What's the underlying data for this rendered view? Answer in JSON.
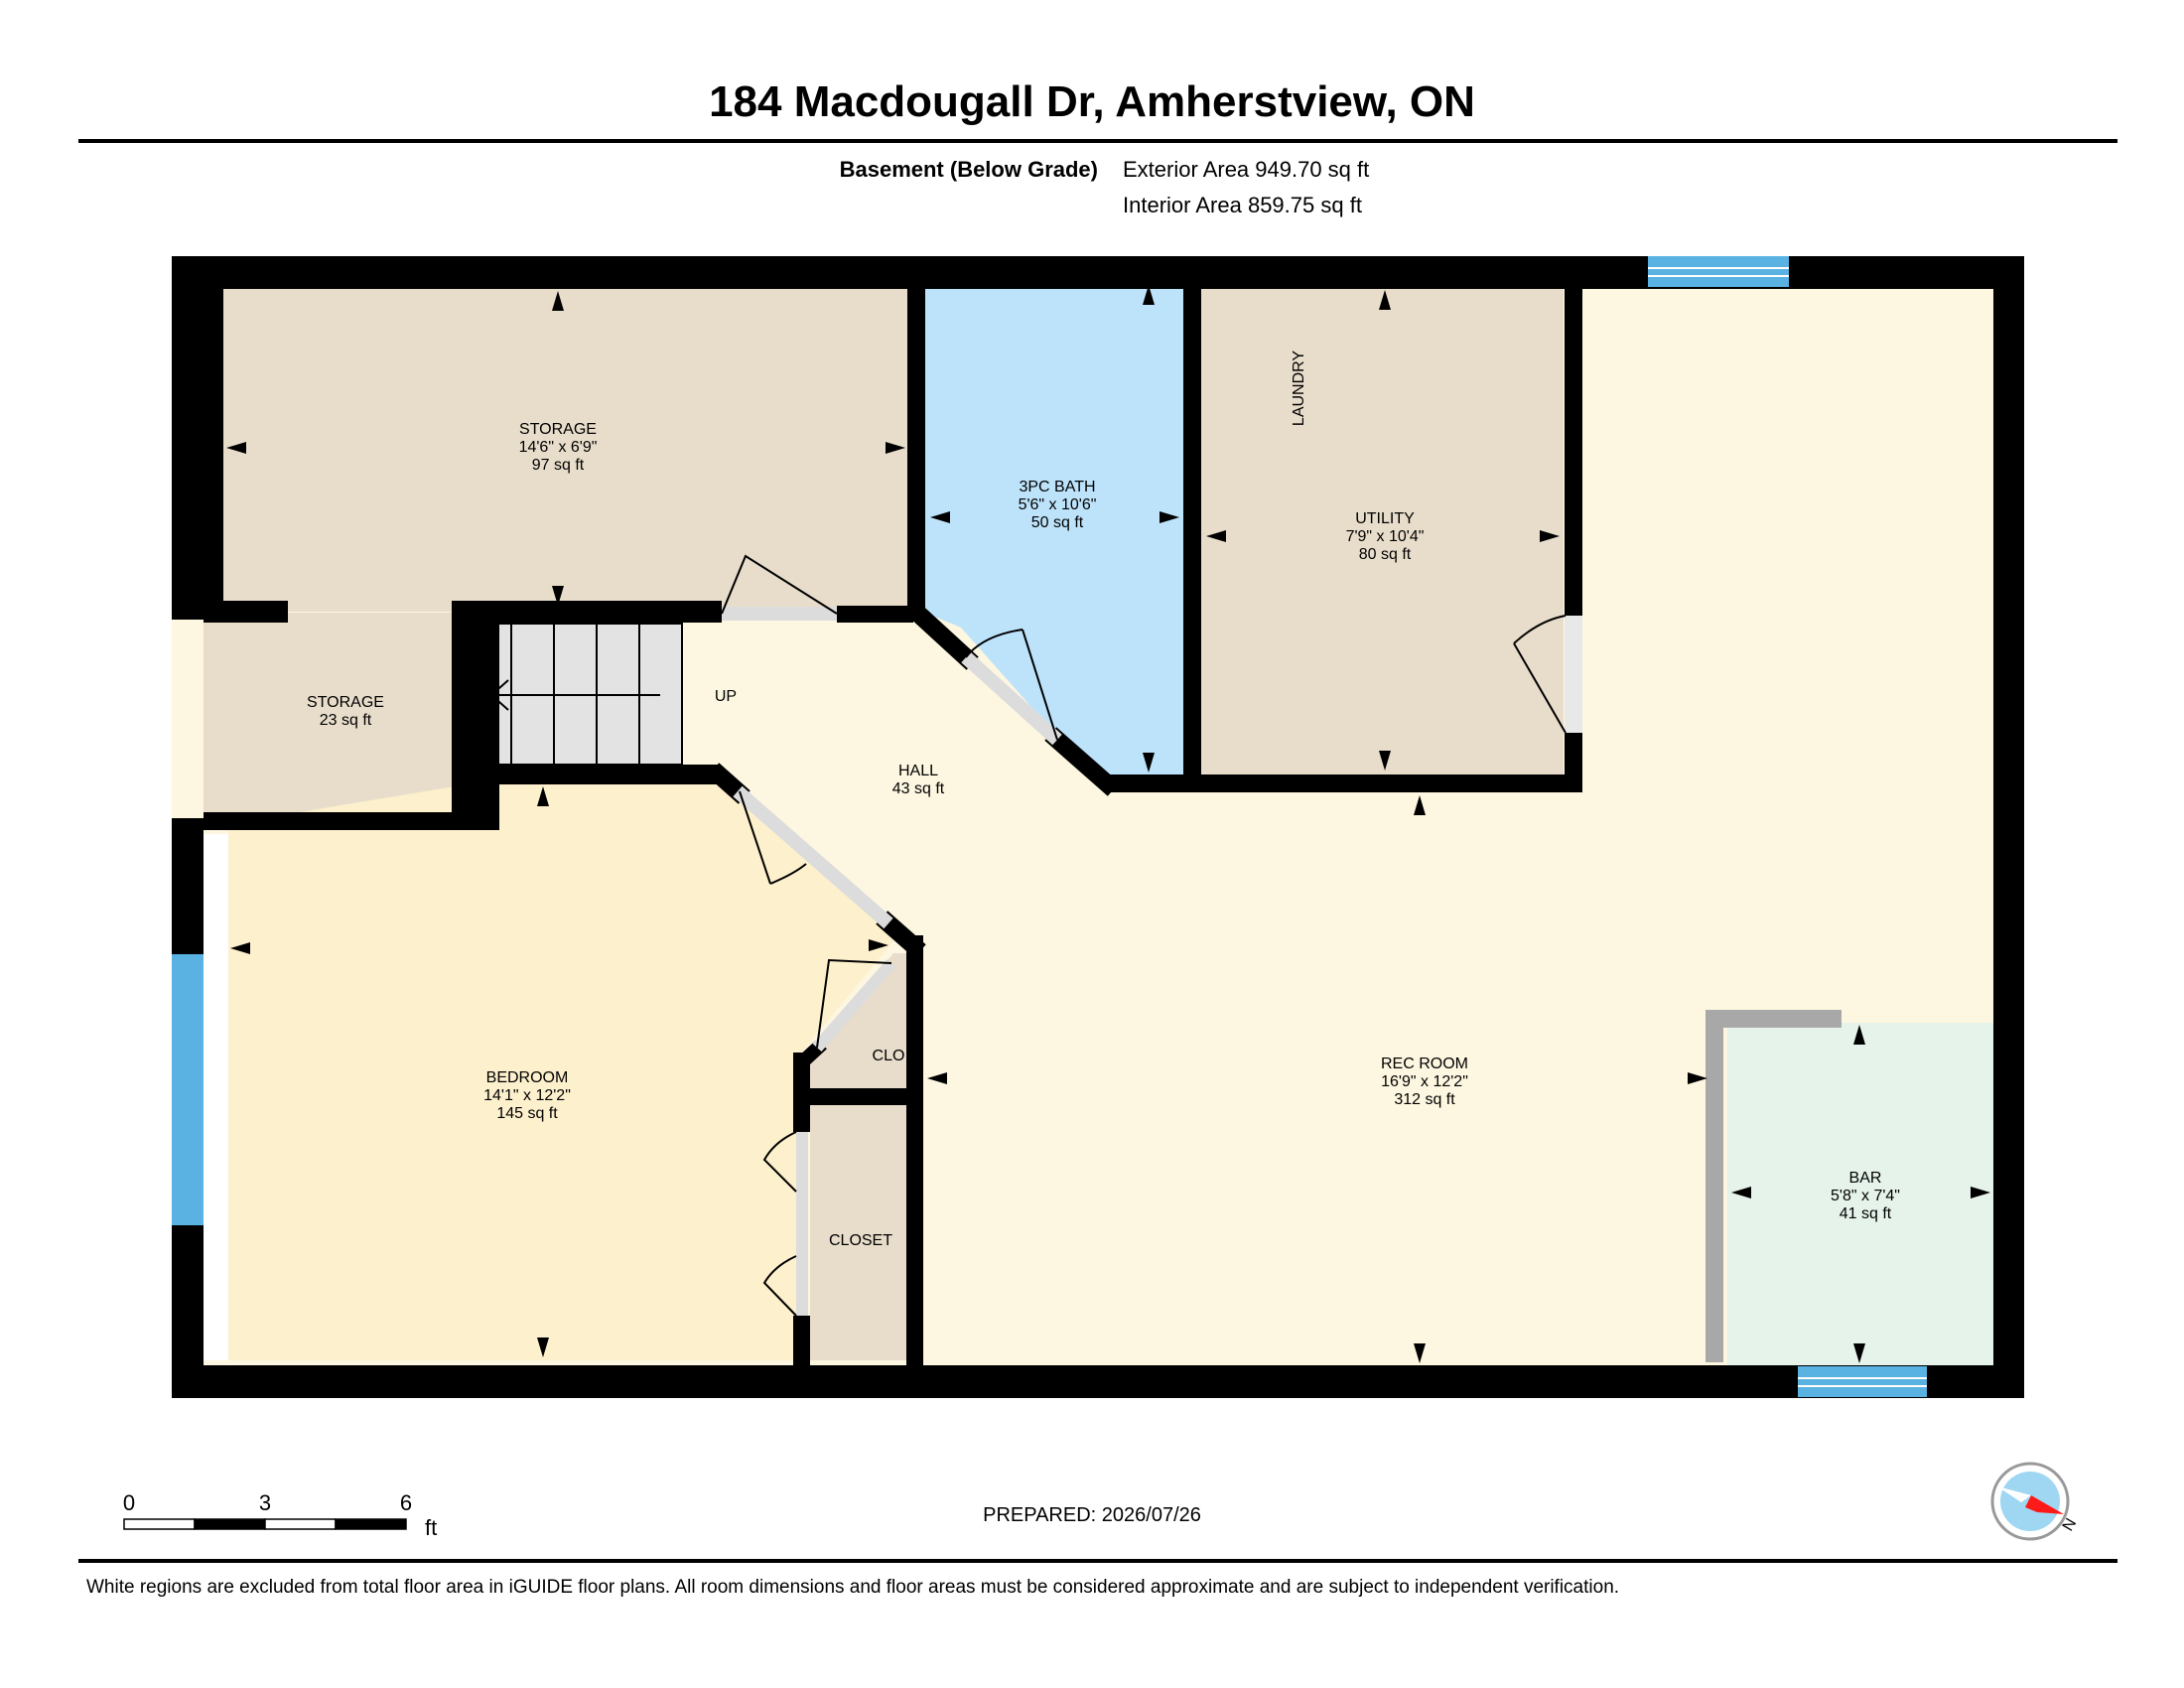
{
  "header": {
    "title": "184 Macdougall Dr, Amherstview, ON",
    "level": "Basement (Below Grade)",
    "exterior_area": "Exterior Area 949.70 sq ft",
    "interior_area": "Interior Area 859.75 sq ft"
  },
  "rooms": {
    "storage_main": {
      "name": "STORAGE",
      "dims": "14'6\" x 6'9\"",
      "area": "97 sq ft"
    },
    "bath": {
      "name": "3PC BATH",
      "dims": "5'6\" x 10'6\"",
      "area": "50 sq ft"
    },
    "utility": {
      "name": "UTILITY",
      "dims": "7'9\" x 10'4\"",
      "area": "80 sq ft"
    },
    "laundry": {
      "name": "LAUNDRY"
    },
    "storage_small": {
      "name": "STORAGE",
      "area": "23 sq ft"
    },
    "stairs": {
      "label": "UP"
    },
    "hall": {
      "name": "HALL",
      "area": "43 sq ft"
    },
    "bedroom": {
      "name": "BEDROOM",
      "dims": "14'1\" x 12'2\"",
      "area": "145 sq ft"
    },
    "clo": {
      "name": "CLO"
    },
    "closet": {
      "name": "CLOSET"
    },
    "rec_room": {
      "name": "REC ROOM",
      "dims": "16'9\" x 12'2\"",
      "area": "312 sq ft"
    },
    "bar": {
      "name": "BAR",
      "dims": "5'8\" x 7'4\"",
      "area": "41 sq ft"
    }
  },
  "scale": {
    "ticks": [
      "0",
      "3",
      "6"
    ],
    "unit": "ft"
  },
  "compass": {
    "label": "N"
  },
  "footer": {
    "prepared": "PREPARED: 2026/07/26",
    "disclaimer": "White regions are excluded from total floor area in iGUIDE floor plans. All room dimensions and floor areas must be considered approximate and are subject to independent verification."
  },
  "colors": {
    "storage": "#e8ddcb",
    "bath": "#bde3fb",
    "hall": "#fdf7e1",
    "bedroom": "#fdf0cc",
    "bar": "#e5f3ea",
    "stairs": "#e3e3e3",
    "window": "#5ab2e2",
    "wall": "#000000"
  }
}
